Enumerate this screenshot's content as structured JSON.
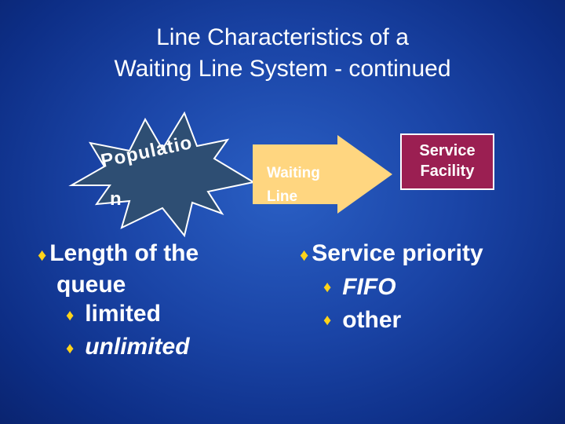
{
  "title": {
    "line1": "Line Characteristics of a",
    "line2": "Waiting Line System - continued"
  },
  "diagram": {
    "population_line1": "Populatio",
    "population_line2": "n",
    "waiting_line1": "Waiting",
    "waiting_line2": "Line",
    "facility_line1": "Service",
    "facility_line2": "Facility"
  },
  "left_list": {
    "heading_line1": "Length of the",
    "heading_line2": "queue",
    "items": [
      "limited",
      "unlimited"
    ]
  },
  "right_list": {
    "heading": "Service priority",
    "items": [
      "FIFO",
      "other"
    ]
  },
  "colors": {
    "background": "#1a44a6",
    "star_fill": "#2e4e73",
    "arrow_fill": "#ffd680",
    "facility_fill": "#9b1f52",
    "bullet": "#ffd31a"
  },
  "icons": {
    "bullet": "diamond-bullet-icon"
  }
}
